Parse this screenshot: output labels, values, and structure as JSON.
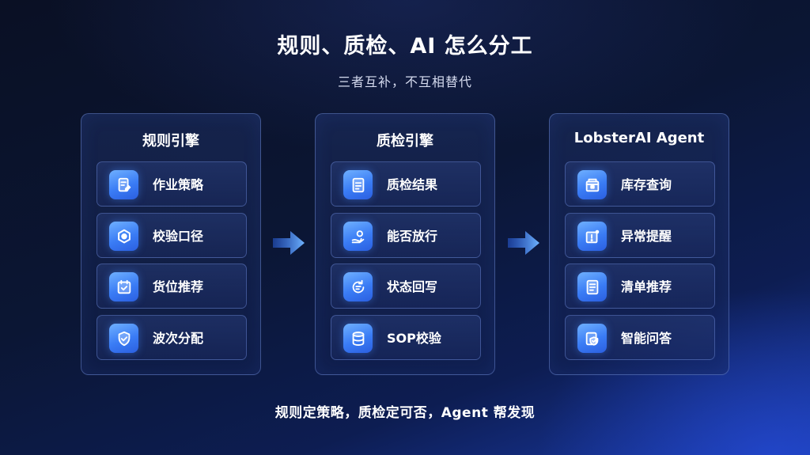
{
  "title": "规则、质检、AI 怎么分工",
  "subtitle": "三者互补，不互相替代",
  "footer": "规则定策略，质检定可否，Agent 帮发现",
  "colors": {
    "accent": "#3a7cf5",
    "panel_border": "#7896e6",
    "background": "#0b1634"
  },
  "panels": [
    {
      "title": "规则引擎",
      "items": [
        {
          "label": "作业策略",
          "icon": "document-edit-icon"
        },
        {
          "label": "校验口径",
          "icon": "hexagon-shield-icon"
        },
        {
          "label": "货位推荐",
          "icon": "calendar-check-icon"
        },
        {
          "label": "波次分配",
          "icon": "shield-check-icon"
        }
      ]
    },
    {
      "title": "质检引擎",
      "items": [
        {
          "label": "质检结果",
          "icon": "document-list-icon"
        },
        {
          "label": "能否放行",
          "icon": "hand-pass-icon"
        },
        {
          "label": "状态回写",
          "icon": "writeback-icon"
        },
        {
          "label": "SOP校验",
          "icon": "database-icon"
        }
      ]
    },
    {
      "title": "LobsterAI Agent",
      "items": [
        {
          "label": "库存查询",
          "icon": "box-icon"
        },
        {
          "label": "异常提醒",
          "icon": "alert-box-icon"
        },
        {
          "label": "清单推荐",
          "icon": "list-icon"
        },
        {
          "label": "智能问答",
          "icon": "shield-chat-icon"
        }
      ]
    }
  ]
}
